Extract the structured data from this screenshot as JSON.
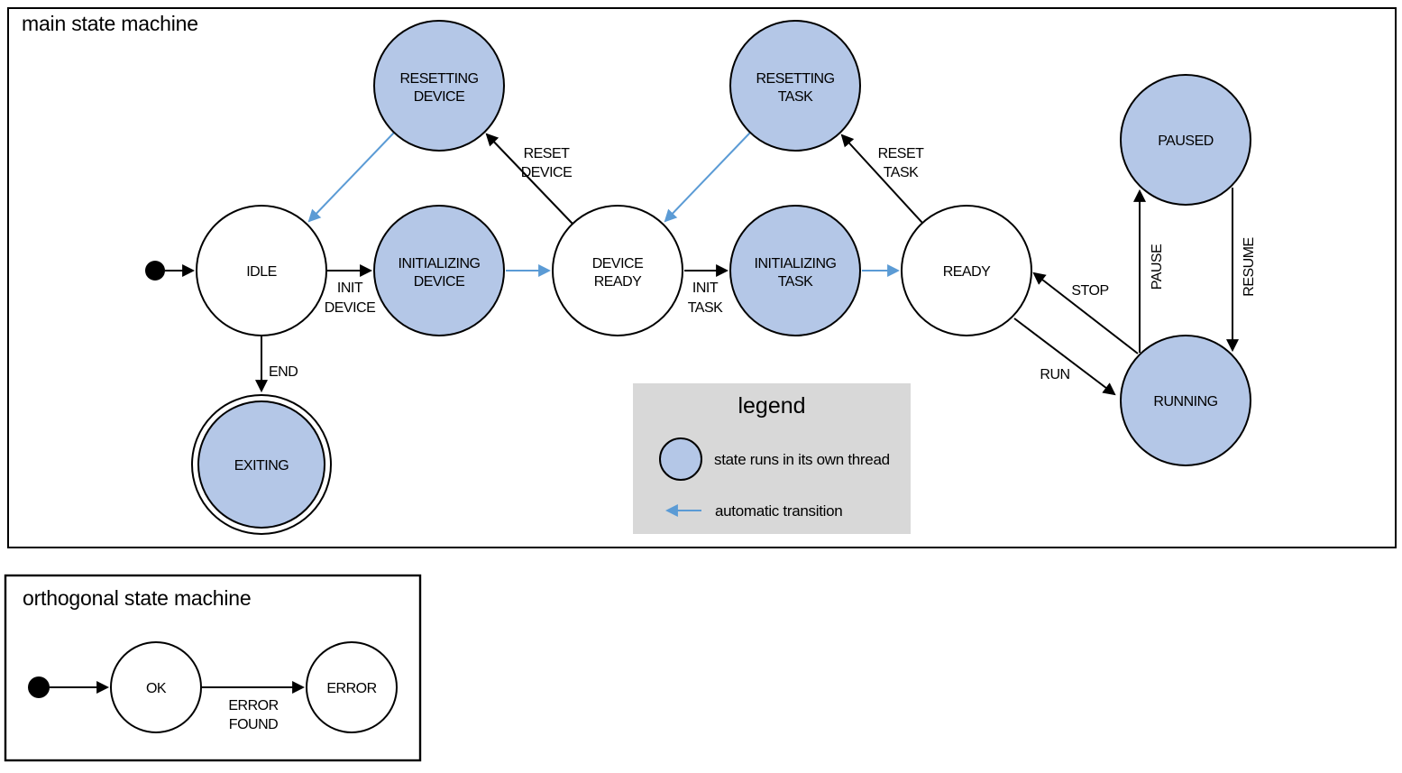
{
  "colors": {
    "threaded_state_fill": "#b4c7e7",
    "automatic_transition_blue": "#5b9bd5",
    "legend_background": "#d8d8d8",
    "outline_black": "#000000"
  },
  "main_machine": {
    "title": "main state machine",
    "states": [
      {
        "name": "IDLE",
        "lines": [
          "IDLE"
        ],
        "threaded": false
      },
      {
        "name": "RESETTING DEVICE",
        "lines": [
          "RESETTING",
          "DEVICE"
        ],
        "threaded": true
      },
      {
        "name": "INITIALIZING DEVICE",
        "lines": [
          "INITIALIZING",
          "DEVICE"
        ],
        "threaded": true
      },
      {
        "name": "DEVICE READY",
        "lines": [
          "DEVICE",
          "READY"
        ],
        "threaded": false
      },
      {
        "name": "RESETTING TASK",
        "lines": [
          "RESETTING",
          "TASK"
        ],
        "threaded": true
      },
      {
        "name": "INITIALIZING TASK",
        "lines": [
          "INITIALIZING",
          "TASK"
        ],
        "threaded": true
      },
      {
        "name": "READY",
        "lines": [
          "READY"
        ],
        "threaded": false
      },
      {
        "name": "PAUSED",
        "lines": [
          "PAUSED"
        ],
        "threaded": true
      },
      {
        "name": "RUNNING",
        "lines": [
          "RUNNING"
        ],
        "threaded": true
      },
      {
        "name": "EXITING",
        "lines": [
          "EXITING"
        ],
        "threaded": true,
        "final_state": true
      }
    ],
    "transitions": [
      {
        "from": "initial",
        "to": "IDLE",
        "label_lines": []
      },
      {
        "from": "IDLE",
        "to": "INITIALIZING DEVICE",
        "label_lines": [
          "INIT",
          "DEVICE"
        ]
      },
      {
        "from": "INITIALIZING DEVICE",
        "to": "DEVICE READY",
        "label_lines": [],
        "automatic": true
      },
      {
        "from": "DEVICE READY",
        "to": "RESETTING DEVICE",
        "label_lines": [
          "RESET",
          "DEVICE"
        ]
      },
      {
        "from": "RESETTING DEVICE",
        "to": "IDLE",
        "label_lines": [],
        "automatic": true
      },
      {
        "from": "DEVICE READY",
        "to": "INITIALIZING TASK",
        "label_lines": [
          "INIT",
          "TASK"
        ]
      },
      {
        "from": "INITIALIZING TASK",
        "to": "READY",
        "label_lines": [],
        "automatic": true
      },
      {
        "from": "READY",
        "to": "RESETTING TASK",
        "label_lines": [
          "RESET",
          "TASK"
        ]
      },
      {
        "from": "RESETTING TASK",
        "to": "DEVICE READY",
        "label_lines": [],
        "automatic": true
      },
      {
        "from": "RUNNING",
        "to": "READY",
        "label_lines": [
          "STOP"
        ]
      },
      {
        "from": "READY",
        "to": "RUNNING",
        "label_lines": [
          "RUN"
        ]
      },
      {
        "from": "RUNNING",
        "to": "PAUSED",
        "label_lines": [
          "PAUSE"
        ]
      },
      {
        "from": "PAUSED",
        "to": "RUNNING",
        "label_lines": [
          "RESUME"
        ]
      },
      {
        "from": "IDLE",
        "to": "EXITING",
        "label_lines": [
          "END"
        ]
      }
    ]
  },
  "legend": {
    "title": "legend",
    "items": [
      {
        "symbol": "threaded-state-circle",
        "label": "state runs in its own thread"
      },
      {
        "symbol": "automatic-transition-arrow",
        "label": "automatic transition"
      }
    ]
  },
  "orthogonal_machine": {
    "title": "orthogonal state machine",
    "states": [
      {
        "name": "OK",
        "lines": [
          "OK"
        ],
        "threaded": false
      },
      {
        "name": "ERROR",
        "lines": [
          "ERROR"
        ],
        "threaded": false
      }
    ],
    "transitions": [
      {
        "from": "initial",
        "to": "OK",
        "label_lines": []
      },
      {
        "from": "OK",
        "to": "ERROR",
        "label_lines": [
          "ERROR",
          "FOUND"
        ]
      }
    ]
  }
}
